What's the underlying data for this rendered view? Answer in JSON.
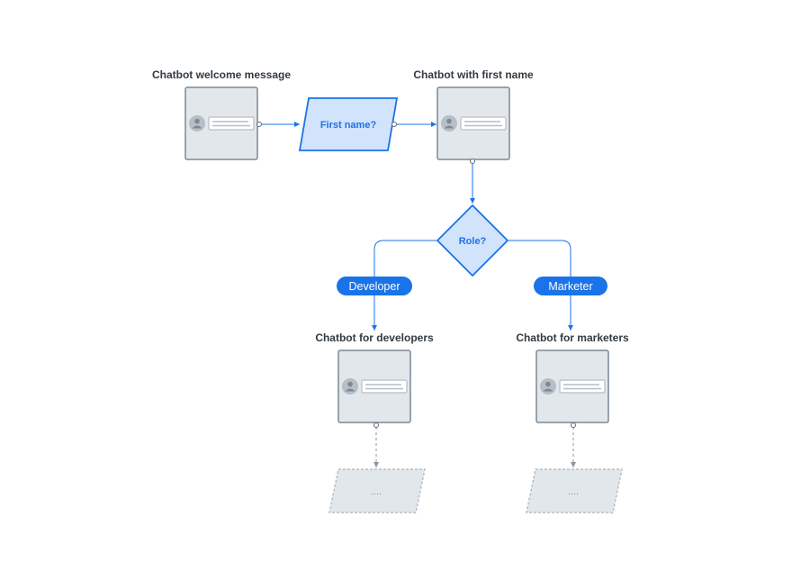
{
  "nodes": {
    "welcome": {
      "title": "Chatbot welcome message"
    },
    "first_name_question": {
      "label": "First name?"
    },
    "with_name": {
      "title": "Chatbot with first name"
    },
    "role_question": {
      "label": "Role?"
    },
    "developers": {
      "title": "Chatbot for developers"
    },
    "marketers": {
      "title": "Chatbot for marketers"
    },
    "dev_next": {
      "label": "...."
    },
    "mkt_next": {
      "label": "...."
    }
  },
  "branches": {
    "developer": {
      "label": "Developer"
    },
    "marketer": {
      "label": "Marketer"
    }
  },
  "colors": {
    "accent": "#1a73e8",
    "accent_light": "#d2e3fc",
    "card_fill": "#e2e7ec",
    "card_border": "#7d8893",
    "title_text": "#333a41"
  }
}
